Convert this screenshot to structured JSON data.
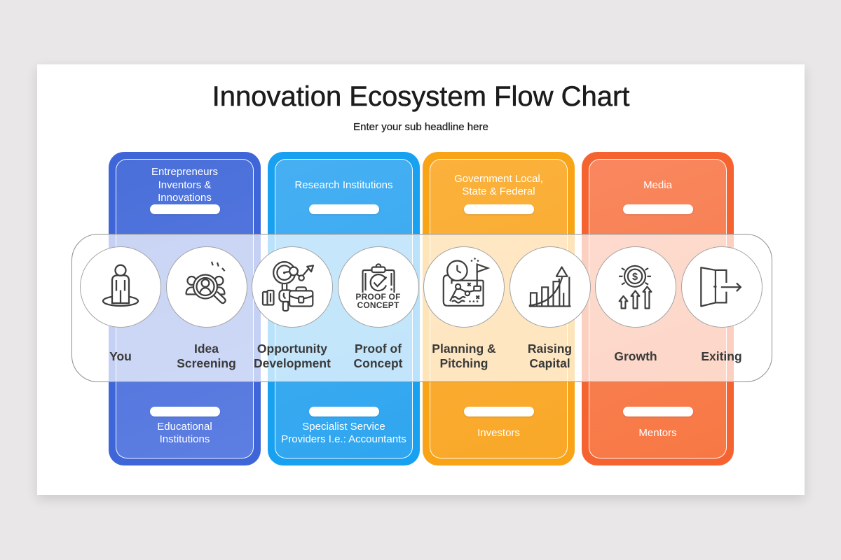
{
  "header": {
    "title": "Innovation Ecosystem Flow Chart",
    "subtitle": "Enter your sub headline here"
  },
  "columns": [
    {
      "name": "entrepreneurs",
      "top_label": "Entrepreneurs\nInventors &\nInnovations",
      "bottom_label": "Educational\nInstitutions",
      "outer_color": "#3e66d9",
      "inner_top": "#4a6fd9",
      "inner_bottom": "#5d7ee2"
    },
    {
      "name": "research",
      "top_label": "Research Institutions",
      "bottom_label": "Specialist Service\nProviders I.e.: Accountants",
      "outer_color": "#18a1f0",
      "inner_top": "#47aff2",
      "inner_bottom": "#2fa6f0"
    },
    {
      "name": "government",
      "top_label": "Government Local,\nState & Federal",
      "bottom_label": "Investors",
      "outer_color": "#f8a416",
      "inner_top": "#fbb13c",
      "inner_bottom": "#f9a828"
    },
    {
      "name": "media",
      "top_label": "Media",
      "bottom_label": "Mentors",
      "outer_color": "#f56331",
      "inner_top": "#f9875f",
      "inner_bottom": "#f77844"
    }
  ],
  "stages": [
    {
      "label": "You",
      "icon": "person-icon"
    },
    {
      "label": "Idea\nScreening",
      "icon": "magnifier-people-icon"
    },
    {
      "label": "Opportunity\nDevelopment",
      "icon": "target-briefcase-icon"
    },
    {
      "label": "Proof of\nConcept",
      "icon": "clipboard-check-icon",
      "icon_text": "PROOF OF\nCONCEPT"
    },
    {
      "label": "Planning &\nPitching",
      "icon": "map-flag-icon"
    },
    {
      "label": "Raising\nCapital",
      "icon": "growth-chart-arrow-icon"
    },
    {
      "label": "Growth",
      "icon": "coin-up-arrows-icon"
    },
    {
      "label": "Exiting",
      "icon": "door-exit-arrow-icon"
    }
  ],
  "colors": {
    "page_background": "#e9e7e8",
    "slide_background": "#ffffff",
    "band_border": "#8e8e8e",
    "band_overlay": "rgba(255,255,255,0.70)",
    "circle_border": "#a3a3a3",
    "icon_stroke": "#3e3e3e",
    "title_color": "#1c1c1c",
    "stage_label_color": "#3a3a3a"
  }
}
